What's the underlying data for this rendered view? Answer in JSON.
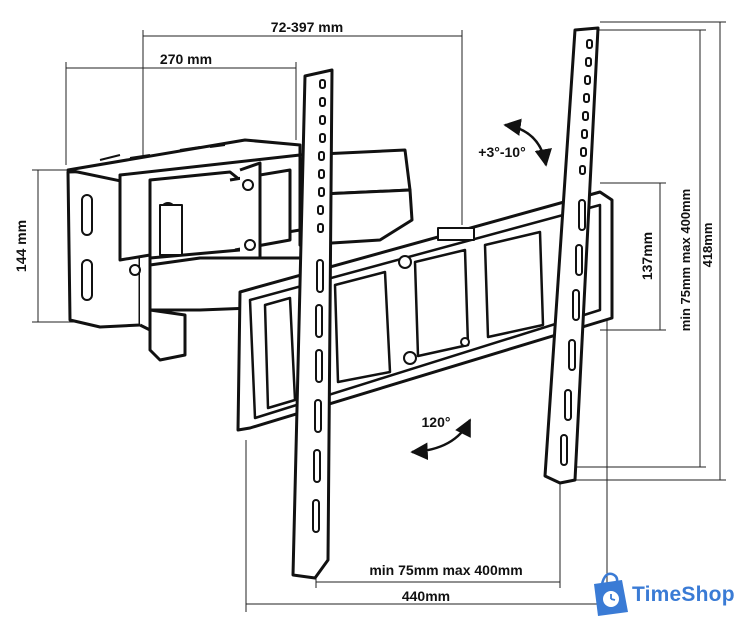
{
  "dimensions": {
    "arm_extension": "72-397 mm",
    "arm_depth": "270 mm",
    "wall_plate_height": "144 mm",
    "tilt": "+3°-10°",
    "frame_height": "137mm",
    "vesa_vertical": "min 75mm max 400mm",
    "total_height": "418mm",
    "swivel": "120°",
    "vesa_horizontal": "min 75mm max 400mm",
    "total_width": "440mm"
  },
  "logo": {
    "text": "TimeShop",
    "color": "#3a7bd5"
  }
}
